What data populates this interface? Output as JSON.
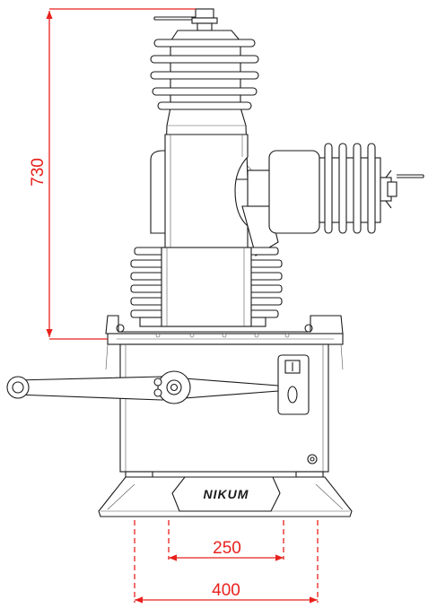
{
  "dimensions": {
    "height": "730",
    "inner_width": "250",
    "outer_width": "400"
  },
  "brand": "NIKUM",
  "colors": {
    "dimension_lines": "#e8211d",
    "outline": "#1a1a1a",
    "background": "#ffffff"
  }
}
